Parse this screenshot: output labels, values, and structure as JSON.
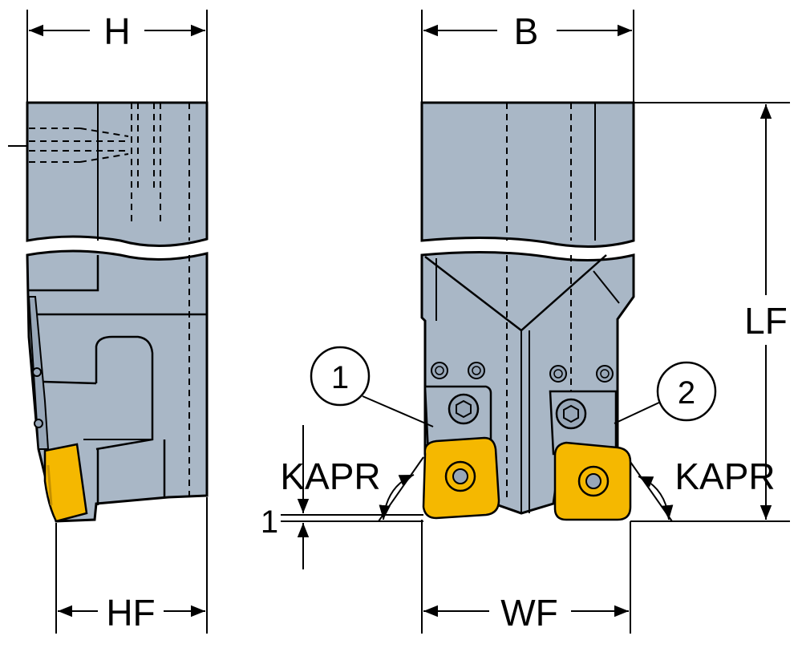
{
  "labels": {
    "H": "H",
    "B": "B",
    "LF": "LF",
    "HF": "HF",
    "WF": "WF",
    "KAPR_left": "KAPR",
    "KAPR_right": "KAPR",
    "one_mm": "1",
    "callout_1": "1",
    "callout_2": "2"
  },
  "colors": {
    "body": "#a9b7c6",
    "body_shade": "#98a7b8",
    "insert": "#f5b800",
    "insert_edge": "#c48f00",
    "line": "#000000"
  }
}
